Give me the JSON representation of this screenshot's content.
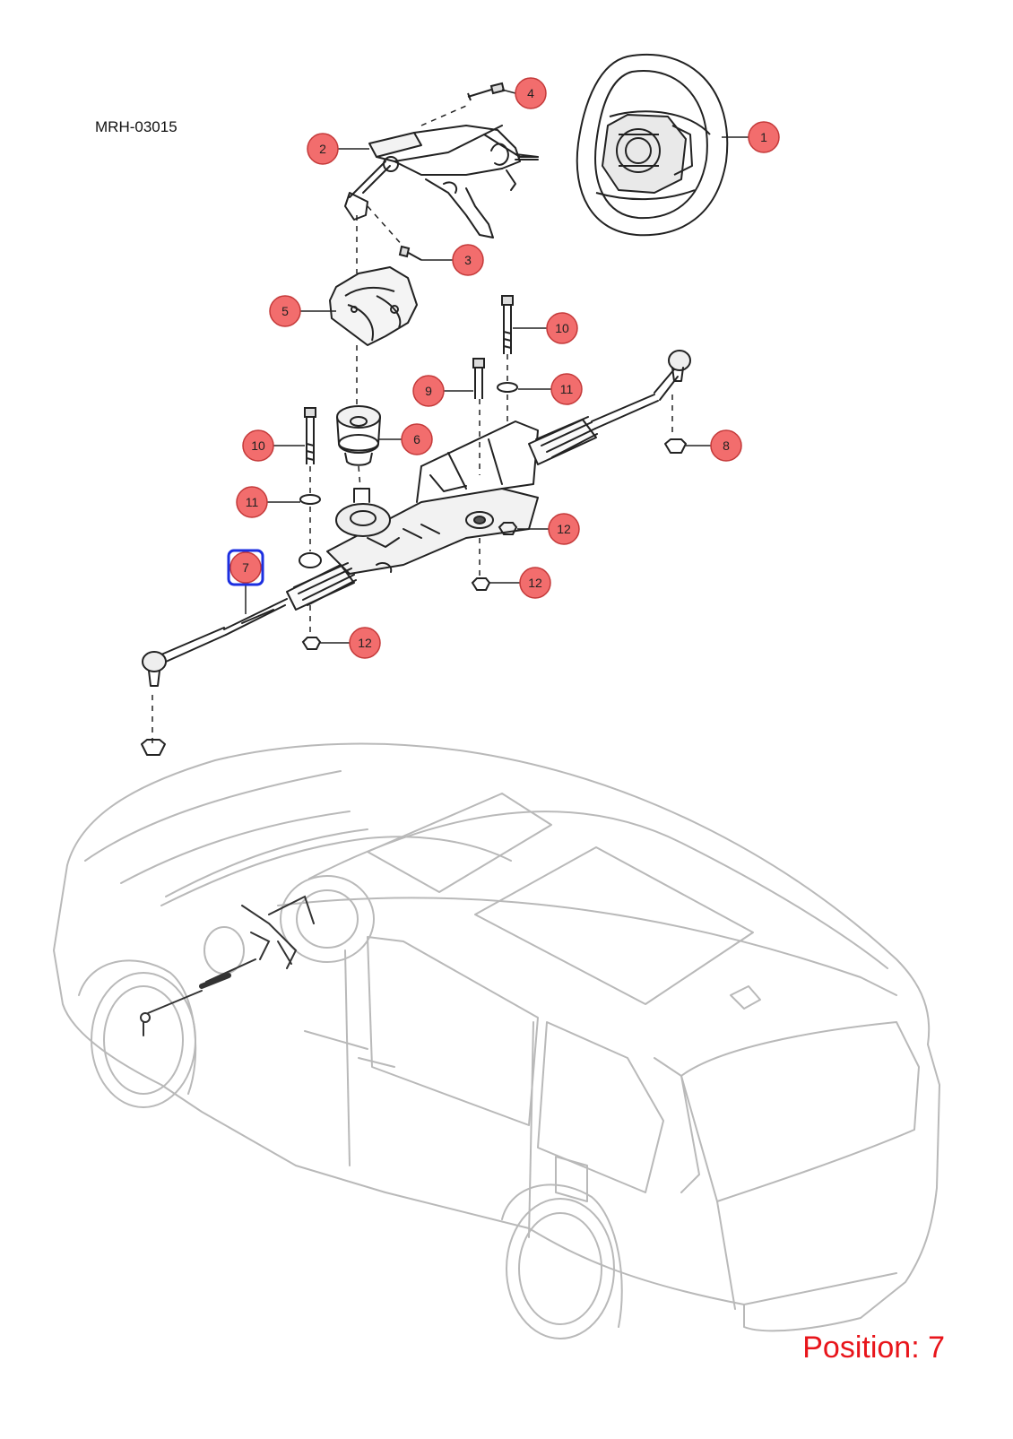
{
  "diagram": {
    "code": "MRH-03015",
    "position_label": "Position: 7",
    "selected_callout": "7",
    "colors": {
      "callout_fill": "#f26d6d",
      "callout_stroke": "#c43a3a",
      "selection": "#1c2fe0",
      "position_text": "#e8151b",
      "vehicle_line": "#b9b9b9",
      "part_line": "#222222"
    },
    "callouts": [
      {
        "id": "1",
        "label": "1"
      },
      {
        "id": "2",
        "label": "2"
      },
      {
        "id": "3",
        "label": "3"
      },
      {
        "id": "4",
        "label": "4"
      },
      {
        "id": "5",
        "label": "5"
      },
      {
        "id": "6",
        "label": "6"
      },
      {
        "id": "7",
        "label": "7"
      },
      {
        "id": "8",
        "label": "8"
      },
      {
        "id": "9",
        "label": "9"
      },
      {
        "id": "10a",
        "label": "10"
      },
      {
        "id": "10b",
        "label": "10"
      },
      {
        "id": "11a",
        "label": "11"
      },
      {
        "id": "11b",
        "label": "11"
      },
      {
        "id": "12a",
        "label": "12"
      },
      {
        "id": "12b",
        "label": "12"
      },
      {
        "id": "12c",
        "label": "12"
      }
    ]
  }
}
